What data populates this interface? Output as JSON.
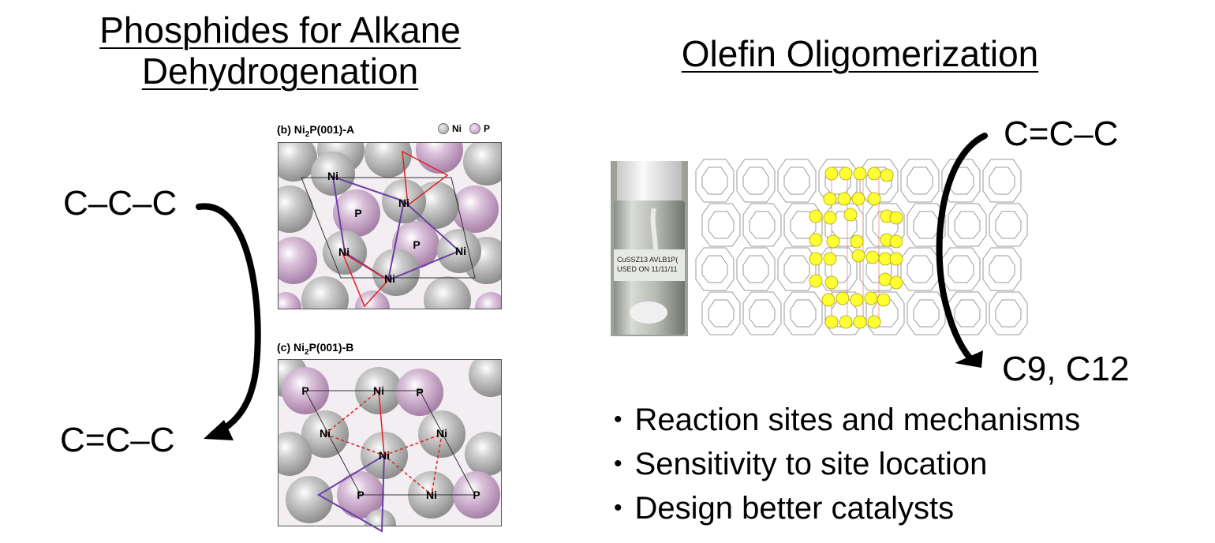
{
  "left": {
    "heading_line1": "Phosphides for Alkane",
    "heading_line2": "Dehydrogenation",
    "reactant": "C–C–C",
    "product": "C=C–C",
    "panel_b": {
      "caption_prefix": "(b) Ni",
      "caption_sub": "2",
      "caption_suffix": "P(001)-A",
      "legend_ni": "Ni",
      "legend_p": "P",
      "atom_labels": [
        "Ni",
        "Ni",
        "P",
        "Ni",
        "P",
        "Ni",
        "Ni"
      ]
    },
    "panel_c": {
      "caption_prefix": "(c) Ni",
      "caption_sub": "2",
      "caption_suffix": "P(001)-B",
      "atom_labels": [
        "P",
        "Ni",
        "P",
        "Ni",
        "Ni",
        "Ni",
        "P",
        "Ni",
        "P"
      ]
    }
  },
  "right": {
    "heading": "Olefin Oligomerization",
    "reactant": "C=C–C",
    "product": "C9, C12",
    "vial_label_line1": "CuSSZ13 AVLB1P(",
    "vial_label_line2": "USED ON 11/11/11",
    "bullets": [
      "Reaction sites and mechanisms",
      "Sensitivity to site location",
      "Design better catalysts"
    ]
  },
  "colors": {
    "ni_atom": "#a9a9a9",
    "p_atom": "#c6a8c6",
    "red_triangle": "#e02020",
    "purple_lines": "#6a3fa8",
    "yellow_atom": "#ffff33",
    "frame": "#9a9a9a"
  }
}
